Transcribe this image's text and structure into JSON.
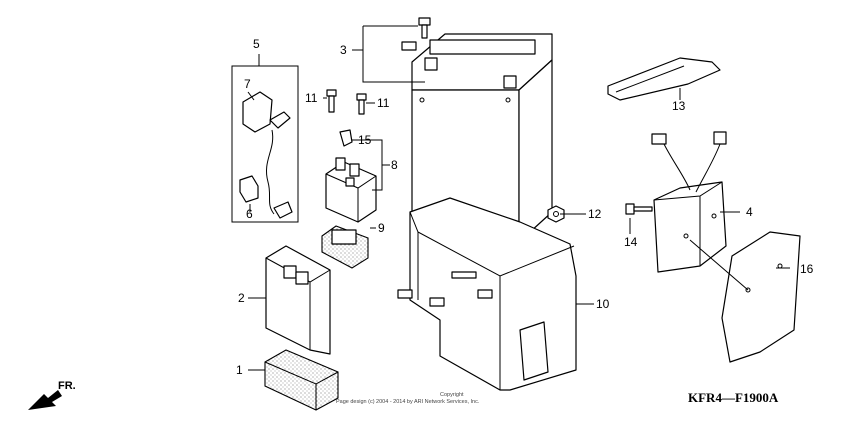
{
  "diagram": {
    "code": "KFR4—F1900A",
    "direction_label": "FR.",
    "copyright_line1": "Copyright",
    "copyright_line2": "Page design (c) 2004 - 2014 by ARI Network Services, Inc.",
    "parts": [
      {
        "id": "p1",
        "label": "1"
      },
      {
        "id": "p2",
        "label": "2"
      },
      {
        "id": "p3",
        "label": "3"
      },
      {
        "id": "p4",
        "label": "4"
      },
      {
        "id": "p5",
        "label": "5"
      },
      {
        "id": "p6",
        "label": "6"
      },
      {
        "id": "p7",
        "label": "7"
      },
      {
        "id": "p8",
        "label": "8"
      },
      {
        "id": "p9",
        "label": "9"
      },
      {
        "id": "p10",
        "label": "10"
      },
      {
        "id": "p11a",
        "label": "11"
      },
      {
        "id": "p11b",
        "label": "11"
      },
      {
        "id": "p12",
        "label": "12"
      },
      {
        "id": "p13",
        "label": "13"
      },
      {
        "id": "p14",
        "label": "14"
      },
      {
        "id": "p15",
        "label": "15"
      },
      {
        "id": "p16",
        "label": "16"
      }
    ]
  }
}
